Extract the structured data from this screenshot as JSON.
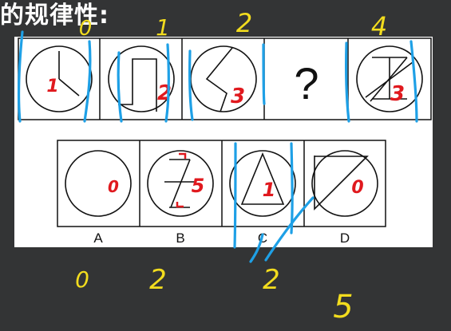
{
  "title": "的规律性:",
  "question_mark": "?",
  "options": [
    "A",
    "B",
    "C",
    "D"
  ],
  "top_cell_counts": [
    "1",
    "2",
    "3",
    "",
    "3"
  ],
  "option_counts": [
    "0",
    "5",
    "1",
    "0"
  ],
  "top_annotations": [
    "0",
    "1",
    "2",
    "4"
  ],
  "bottom_annotations": [
    "0",
    "2",
    "2",
    "5"
  ],
  "colors": {
    "background": "#333435",
    "paper": "#ffffff",
    "ink": "#111111",
    "annotation_yellow": "#f2dc1e",
    "annotation_red": "#e0191e",
    "annotation_blue": "#1ea0e6"
  }
}
